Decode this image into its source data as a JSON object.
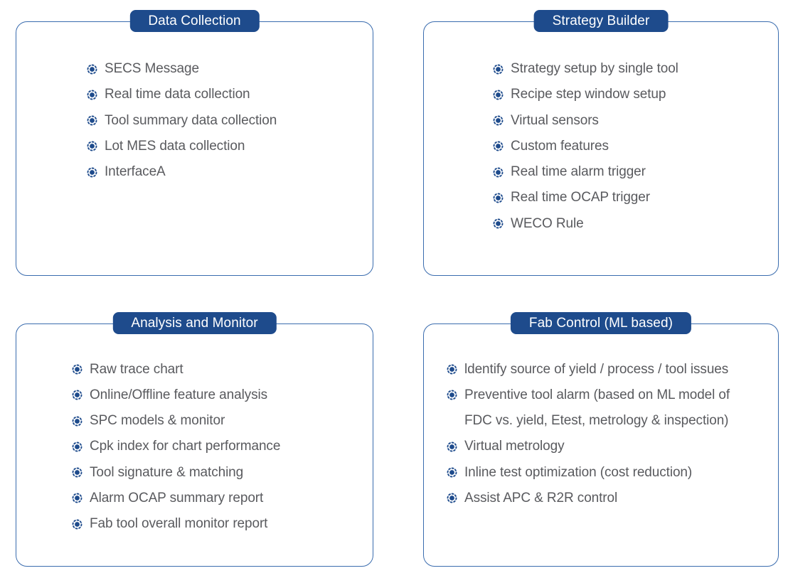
{
  "colors": {
    "accent": "#1e4b8c",
    "card_border": "#3a6cae",
    "item_text": "#595a5e",
    "tab_text": "#ffffff"
  },
  "icons": {
    "bullet": "dotted-circle-with-center-dot"
  },
  "cards": [
    {
      "title": "Data Collection",
      "items": [
        "SECS Message",
        "Real time data collection",
        "Tool summary data collection",
        "Lot MES data collection",
        "InterfaceA"
      ]
    },
    {
      "title": "Strategy Builder",
      "items": [
        "Strategy setup by single tool",
        "Recipe step window setup",
        "Virtual sensors",
        "Custom features",
        "Real time alarm trigger",
        "Real time OCAP trigger",
        "WECO Rule"
      ]
    },
    {
      "title": "Analysis and Monitor",
      "items": [
        "Raw trace chart",
        "Online/Offline feature analysis",
        "SPC models & monitor",
        "Cpk index for chart performance",
        "Tool signature & matching",
        "Alarm OCAP summary report",
        "Fab tool overall monitor report"
      ]
    },
    {
      "title": "Fab Control (ML based)",
      "items": [
        "ldentify source of yield / process / tool issues",
        "Preventive tool alarm (based on ML model of FDC vs. yield, Etest, metrology & inspection)",
        "Virtual metrology",
        "Inline test optimization (cost reduction)",
        "Assist APC & R2R control"
      ]
    }
  ]
}
